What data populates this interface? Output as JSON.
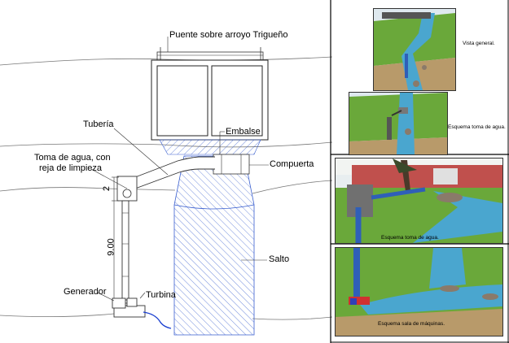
{
  "labels": {
    "bridge": "Puente sobre arroyo Trigueño",
    "pipe": "Tubería",
    "reservoir": "Embalse",
    "intake_line1": "Toma de agua, con",
    "intake_line2": "reja de limpieza",
    "gate": "Compuerta",
    "dim_2": "2",
    "dim_9": "9.00",
    "waterfall": "Salto",
    "generator": "Generador",
    "turbine": "Turbina"
  },
  "panels": {
    "general_view": "Vista general.",
    "intake_scheme_1": "Esquema toma de agua.",
    "intake_scheme_2": "Esquema toma de agua.",
    "machine_room": "Esquema sala de máquinas."
  },
  "colors": {
    "grass": "#6aa83a",
    "water": "#4aa6cf",
    "pipe_blue": "#2f5fb8",
    "hatch": "#3a5fcf",
    "wall_brick": "#c0504d"
  }
}
